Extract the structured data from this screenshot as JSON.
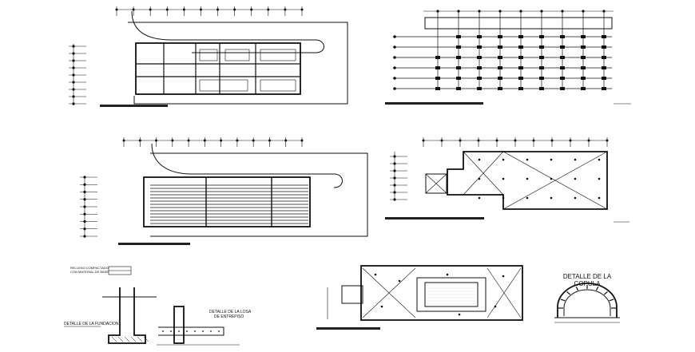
{
  "drawing": {
    "dome_detail_title_line1": "DETALLE DE LA",
    "dome_detail_title_line2": "COPULA",
    "foundation_detail_label": "DETALLE DE LA FUNDACION",
    "slab_detail_label_line1": "DETALLE DE LA LOSA",
    "slab_detail_label_line2": "DE ENTREPISO",
    "note_top_left_line1": "RELLENO COMPACTADO",
    "note_top_left_line2": "CON MATERIAL DE BASE"
  },
  "colors": {
    "ink": "#111111",
    "paper": "#ffffff"
  }
}
